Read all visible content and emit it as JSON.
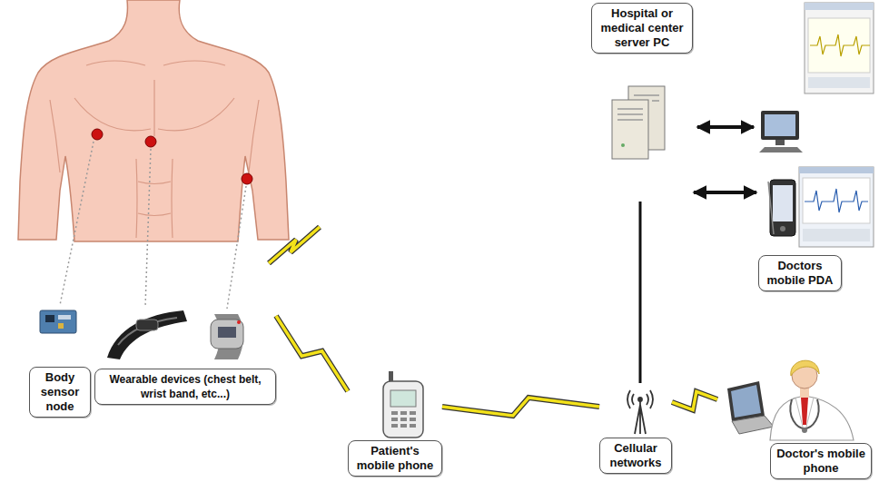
{
  "diagram": {
    "nodes": [
      {
        "text": [
          "Body sensor node"
        ]
      },
      {
        "text": [
          "Wearable devices (chest belt, wrist band, etc...)"
        ]
      },
      {
        "text": [
          "Patient's mobile phone"
        ]
      },
      {
        "text": [
          "Cellular networks"
        ]
      },
      {
        "text": [
          "Hospital or medical center server PC"
        ]
      },
      {
        "text": [
          "Doctors mobile PDA"
        ]
      },
      {
        "text": [
          "Doctor's mobile phone"
        ]
      }
    ],
    "edges": [
      {
        "from": 1,
        "to": 2,
        "arrow": "none"
      },
      {
        "from": 2,
        "to": 3,
        "arrow": "none"
      },
      {
        "from": 4,
        "to": 3,
        "arrow": "none"
      },
      {
        "from": 3,
        "to": 6,
        "arrow": "none"
      },
      {
        "from": 4,
        "to": 5,
        "arrow": "both"
      }
    ]
  }
}
